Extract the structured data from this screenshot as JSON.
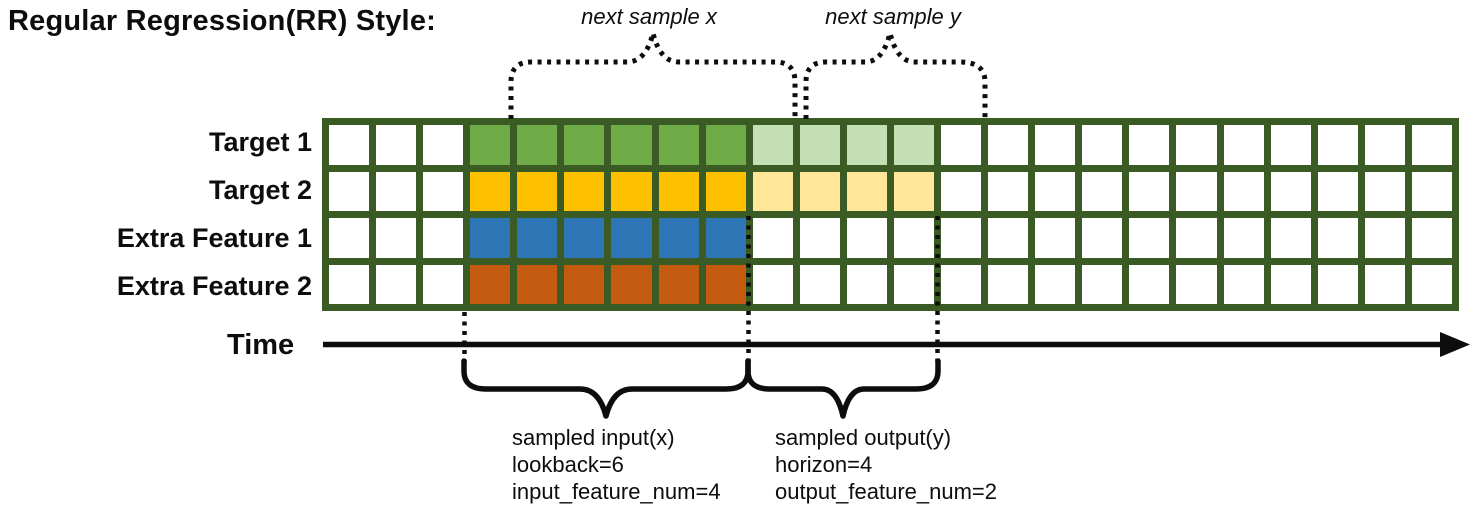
{
  "title": "Regular Regression(RR) Style:",
  "time_axis": {
    "label": "Time"
  },
  "colors": {
    "grid_border": "#3A5B23",
    "cell_white": "#FFFFFF",
    "dark_green": "#6FAC47",
    "light_green": "#C5E0B4",
    "yellow": "#FFC000",
    "light_yellow": "#FFE699",
    "blue": "#2E75B6",
    "orange": "#C55A11",
    "ink": "#0D0D0D"
  },
  "grid": {
    "columns": 24,
    "lookback": 6,
    "horizon": 4,
    "input_feature_num": 4,
    "output_feature_num": 2,
    "rows": [
      {
        "label": "Target 1",
        "fill": "dark_green",
        "fill_light": "light_green",
        "input_cols": [
          4,
          9
        ],
        "output_cols": [
          10,
          13
        ]
      },
      {
        "label": "Target 2",
        "fill": "yellow",
        "fill_light": "light_yellow",
        "input_cols": [
          4,
          9
        ],
        "output_cols": [
          10,
          13
        ]
      },
      {
        "label": "Extra Feature 1",
        "fill": "blue",
        "input_cols": [
          4,
          9
        ]
      },
      {
        "label": "Extra Feature 2",
        "fill": "orange",
        "input_cols": [
          4,
          9
        ]
      }
    ]
  },
  "annotations": {
    "next_sample_x": "next sample x",
    "next_sample_y": "next sample y",
    "sampled_input": [
      "sampled input(x)",
      "lookback=6",
      "input_feature_num=4"
    ],
    "sampled_output": [
      "sampled output(y)",
      "horizon=4",
      "output_feature_num=2"
    ]
  }
}
